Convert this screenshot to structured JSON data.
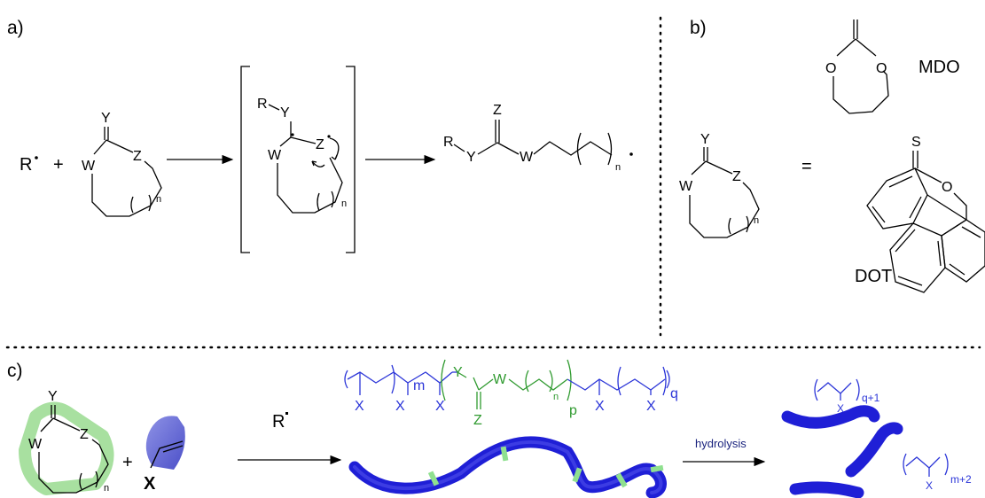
{
  "panels": {
    "a": "a)",
    "b": "b)",
    "c": "c)"
  },
  "scheme_a": {
    "radical": "R",
    "plus": "+",
    "ring": {
      "Y": "Y",
      "W": "W",
      "Z": "Z",
      "n": "n"
    },
    "intermediate": {
      "R": "R",
      "Y": "Y",
      "W": "W",
      "Z": "Z",
      "n": "n"
    },
    "product": {
      "R": "R",
      "Y": "Y",
      "Z": "Z",
      "W": "W",
      "n": "n"
    }
  },
  "scheme_b": {
    "ring": {
      "Y": "Y",
      "W": "W",
      "Z": "Z",
      "n": "n"
    },
    "equals": "=",
    "mdo": {
      "label": "MDO",
      "O1": "O",
      "O2": "O"
    },
    "dot": {
      "label": "DOT",
      "S": "S",
      "O": "O"
    }
  },
  "scheme_c": {
    "ring": {
      "Y": "Y",
      "W": "W",
      "Z": "Z",
      "n": "n"
    },
    "plus": "+",
    "vinyl_X": "X",
    "radical": "R",
    "copolymer": {
      "X1": "X",
      "X2": "X",
      "X3": "X",
      "X4": "X",
      "X5": "X",
      "m": "m",
      "Y": "Y",
      "W": "W",
      "Z": "Z",
      "n": "n",
      "p": "p",
      "q": "q"
    },
    "hydrolysis": "hydrolysis",
    "fragment1": {
      "X": "X",
      "sub": "q+1"
    },
    "fragment2": {
      "X": "X",
      "sub": "m+2"
    }
  },
  "colors": {
    "blue": "#2b35d8",
    "green": "#2f9a2f",
    "tube_blue": "#1f1fd6",
    "tube_green": "#8fe08f"
  }
}
